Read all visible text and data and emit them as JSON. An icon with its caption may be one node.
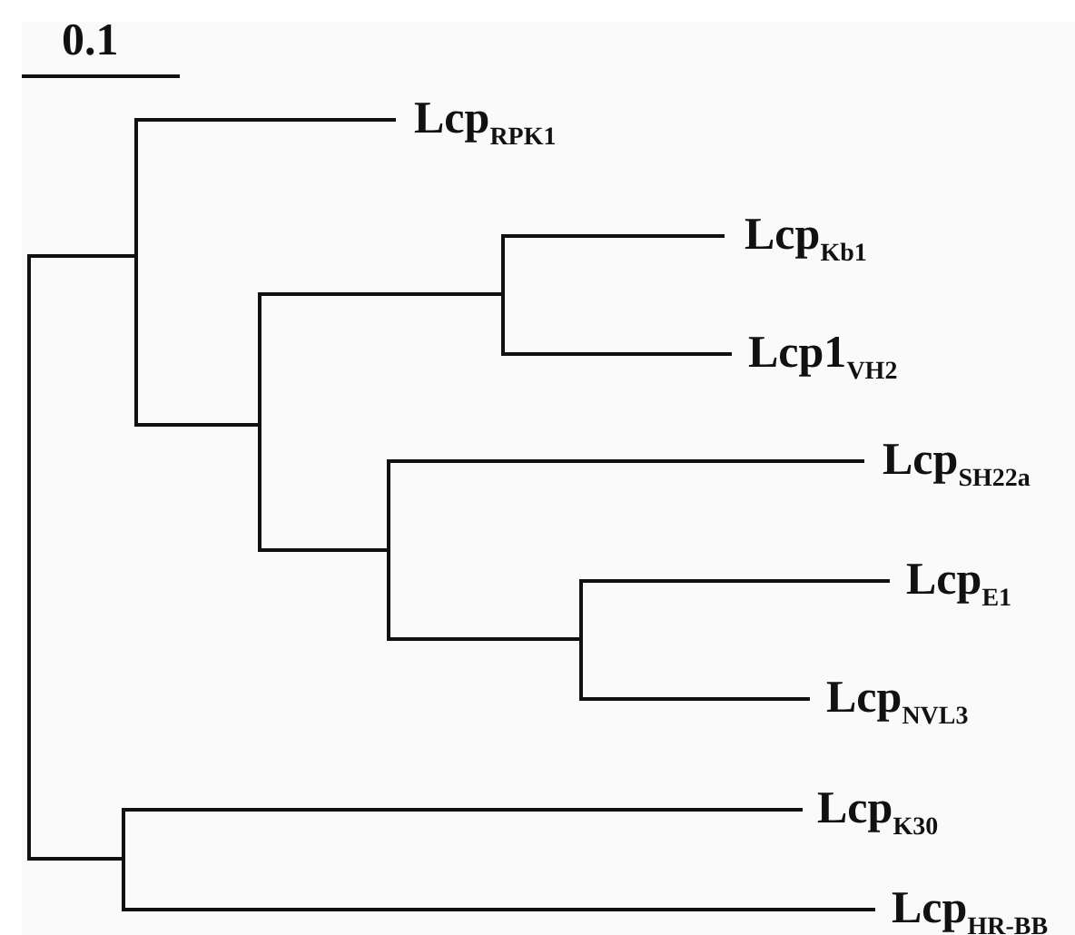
{
  "diagram": {
    "labels": [
      "0.1",
      "Lcp$_{RPK1}$",
      "Lcp$_{Kb1}$",
      "Lcp1$_{VH2}$",
      "Lcp$_{SH22a}$",
      "Lcp$_{E1}$",
      "Lcp$_{NVL3}$",
      "Lcp$_{K30}$",
      "Lcp$_{HR-BB}$"
    ]
  }
}
